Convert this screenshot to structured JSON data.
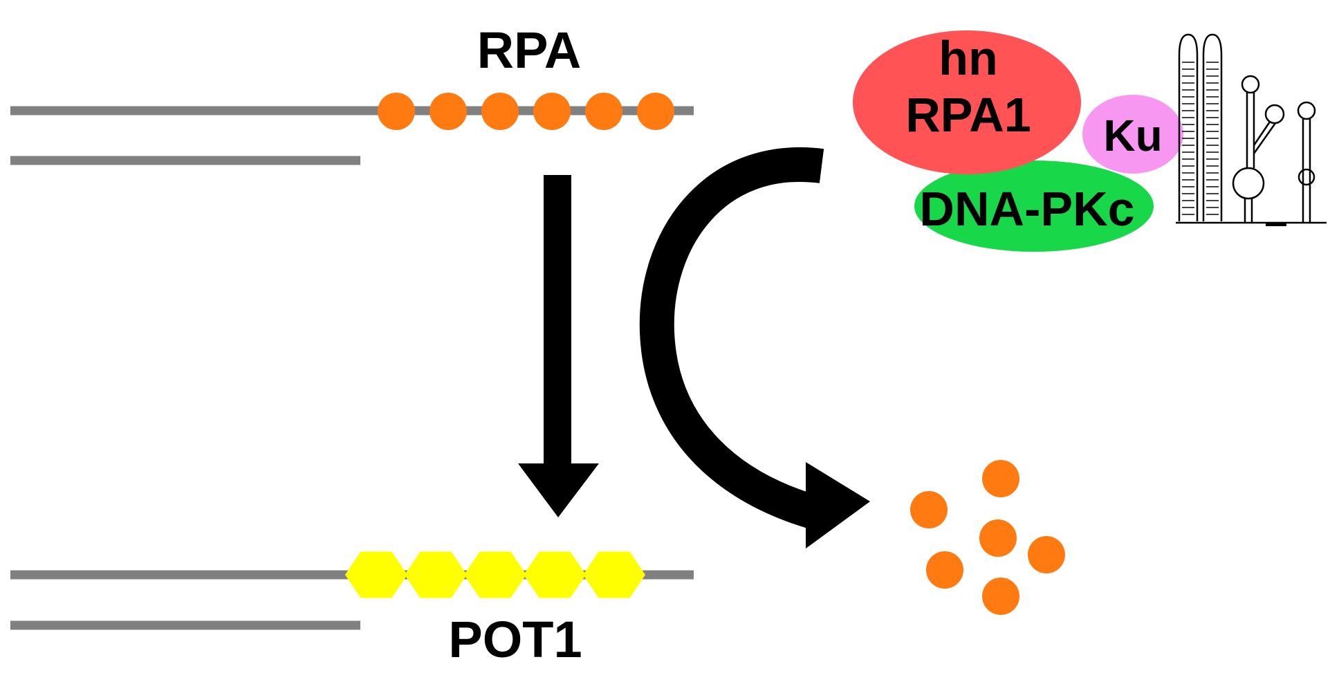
{
  "labels": {
    "rpa": "RPA",
    "pot1": "POT1",
    "hnrpa1_line1": "hn",
    "hnrpa1_line2": "RPA1",
    "ku": "Ku",
    "dnapkc": "DNA-PKc"
  },
  "colors": {
    "dna_strand": "#808080",
    "rpa": "#ff7a10",
    "pot1": "#ffff00",
    "hnrpa1": "#ff5355",
    "ku": "#f797f2",
    "dnapkc": "#18d84a",
    "arrow": "#000000",
    "text": "#000000"
  },
  "counts": {
    "rpa_bound": 6,
    "pot1_bound": 5,
    "rpa_released": 6
  },
  "icons": {
    "rna_structure": "rna-hairpin-structure-icon"
  }
}
